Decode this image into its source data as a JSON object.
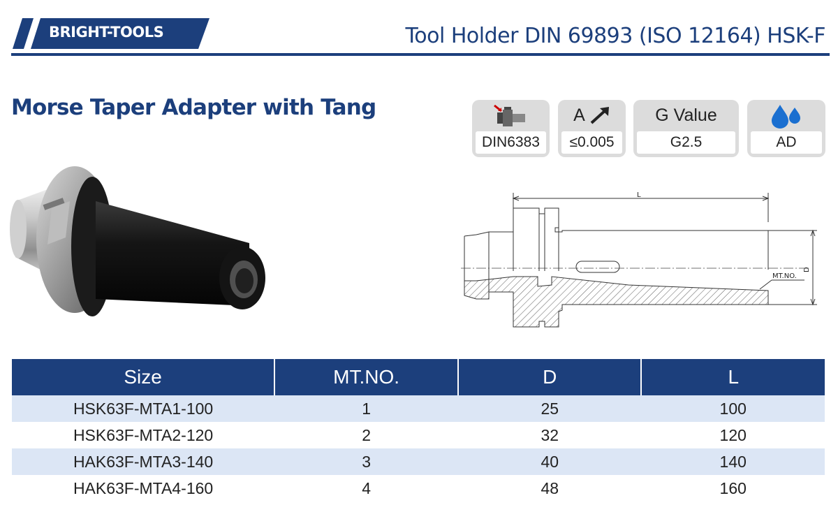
{
  "header": {
    "brand": "BRIGHT-TOOLS",
    "title": "Tool Holder DIN 69893 (ISO 12164) HSK-F"
  },
  "product_title": "Morse Taper Adapter with Tang",
  "specs": [
    {
      "icon": "tang-holder-icon",
      "value": "DIN6383"
    },
    {
      "top": "A",
      "icon": "arrow-up-right-icon",
      "value": "≤0.005"
    },
    {
      "top": "G Value",
      "value": "G2.5"
    },
    {
      "icon": "coolant-drops-icon",
      "value": "AD"
    }
  ],
  "drawing_labels": {
    "length": "L",
    "diameter": "D",
    "taper": "MT.NO."
  },
  "table": {
    "headers": [
      "Size",
      "MT.NO.",
      "D",
      "L"
    ],
    "rows": [
      [
        "HSK63F-MTA1-100",
        "1",
        "25",
        "100"
      ],
      [
        "HSK63F-MTA2-120",
        "2",
        "32",
        "120"
      ],
      [
        "HAK63F-MTA3-140",
        "3",
        "40",
        "140"
      ],
      [
        "HAK63F-MTA4-160",
        "4",
        "48",
        "160"
      ]
    ]
  },
  "colors": {
    "brand_blue": "#1c3f7c",
    "row_shade": "#dce6f5",
    "drop_blue": "#1a6fd0"
  }
}
